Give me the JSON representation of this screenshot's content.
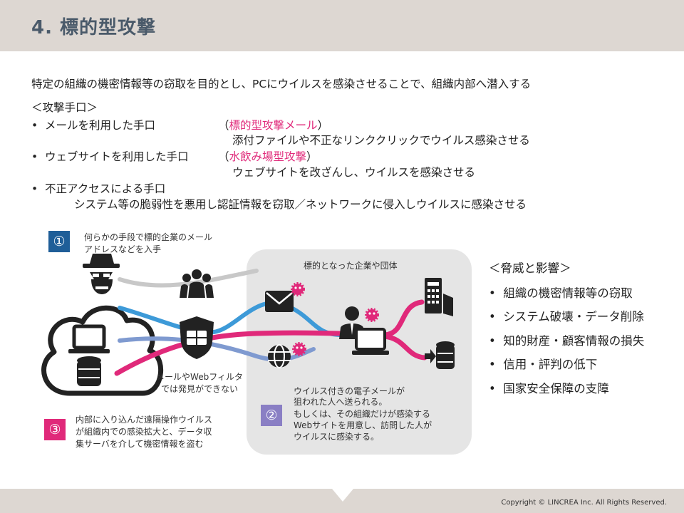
{
  "header": {
    "title": "4. 標的型攻撃"
  },
  "intro": "特定の組織の機密情報等の窃取を目的とし、PCにウイルスを感染させることで、組織内部へ潜入する",
  "methods": {
    "heading": "＜攻撃手口＞",
    "items": [
      {
        "label": "メールを利用した手口",
        "open": "（",
        "tag": "標的型攻撃メール",
        "close": "）",
        "desc": "添付ファイルや不正なリンククリックでウイルス感染させる"
      },
      {
        "label": "ウェブサイトを利用した手口",
        "open": "（",
        "tag": "水飲み場型攻撃",
        "close": "）",
        "desc": "ウェブサイトを改ざんし、ウイルスを感染させる"
      },
      {
        "label": "不正アクセスによる手口",
        "desc": "システム等の脆弱性を悪用し認証情報を窃取／ネットワークに侵入しウイルスに感染させる"
      }
    ]
  },
  "diagram": {
    "step1": {
      "num": "①",
      "text1": "何らかの手段で標的企業のメール",
      "text2": "アドレスなどを入手"
    },
    "step2": {
      "num": "②",
      "lines": [
        "ウイルス付きの電子メールが",
        "狙われた人へ送られる。",
        "もしくは、その組織だけが感染する",
        "Webサイトを用意し、訪問した人が",
        "ウイルスに感染する。"
      ]
    },
    "step3": {
      "num": "③",
      "lines": [
        "内部に入り込んだ遠隔操作ウイルス",
        "が組織内での感染拡大と、データ収",
        "集サーバを介して機密情報を盗む"
      ]
    },
    "panel_label": "標的となった企業や団体",
    "filter_note": [
      "メールやWebフィルタ",
      "では発見ができない"
    ],
    "colors": {
      "pink": "#e0297a",
      "blue": "#3d9ad8",
      "purple": "#7f6fb8",
      "step1_box": "#1f5e98",
      "step2_box": "#8a7fc4",
      "step3_box": "#e0297a"
    }
  },
  "threats": {
    "heading": "＜脅威と影響＞",
    "items": [
      "組織の機密情報等の窃取",
      "システム破壊・データ削除",
      "知的財産・顧客情報の損失",
      "信用・評判の低下",
      "国家安全保障の支障"
    ]
  },
  "footer": {
    "copyright": "Copyright © LINCREA Inc. All Rights Reserved."
  }
}
